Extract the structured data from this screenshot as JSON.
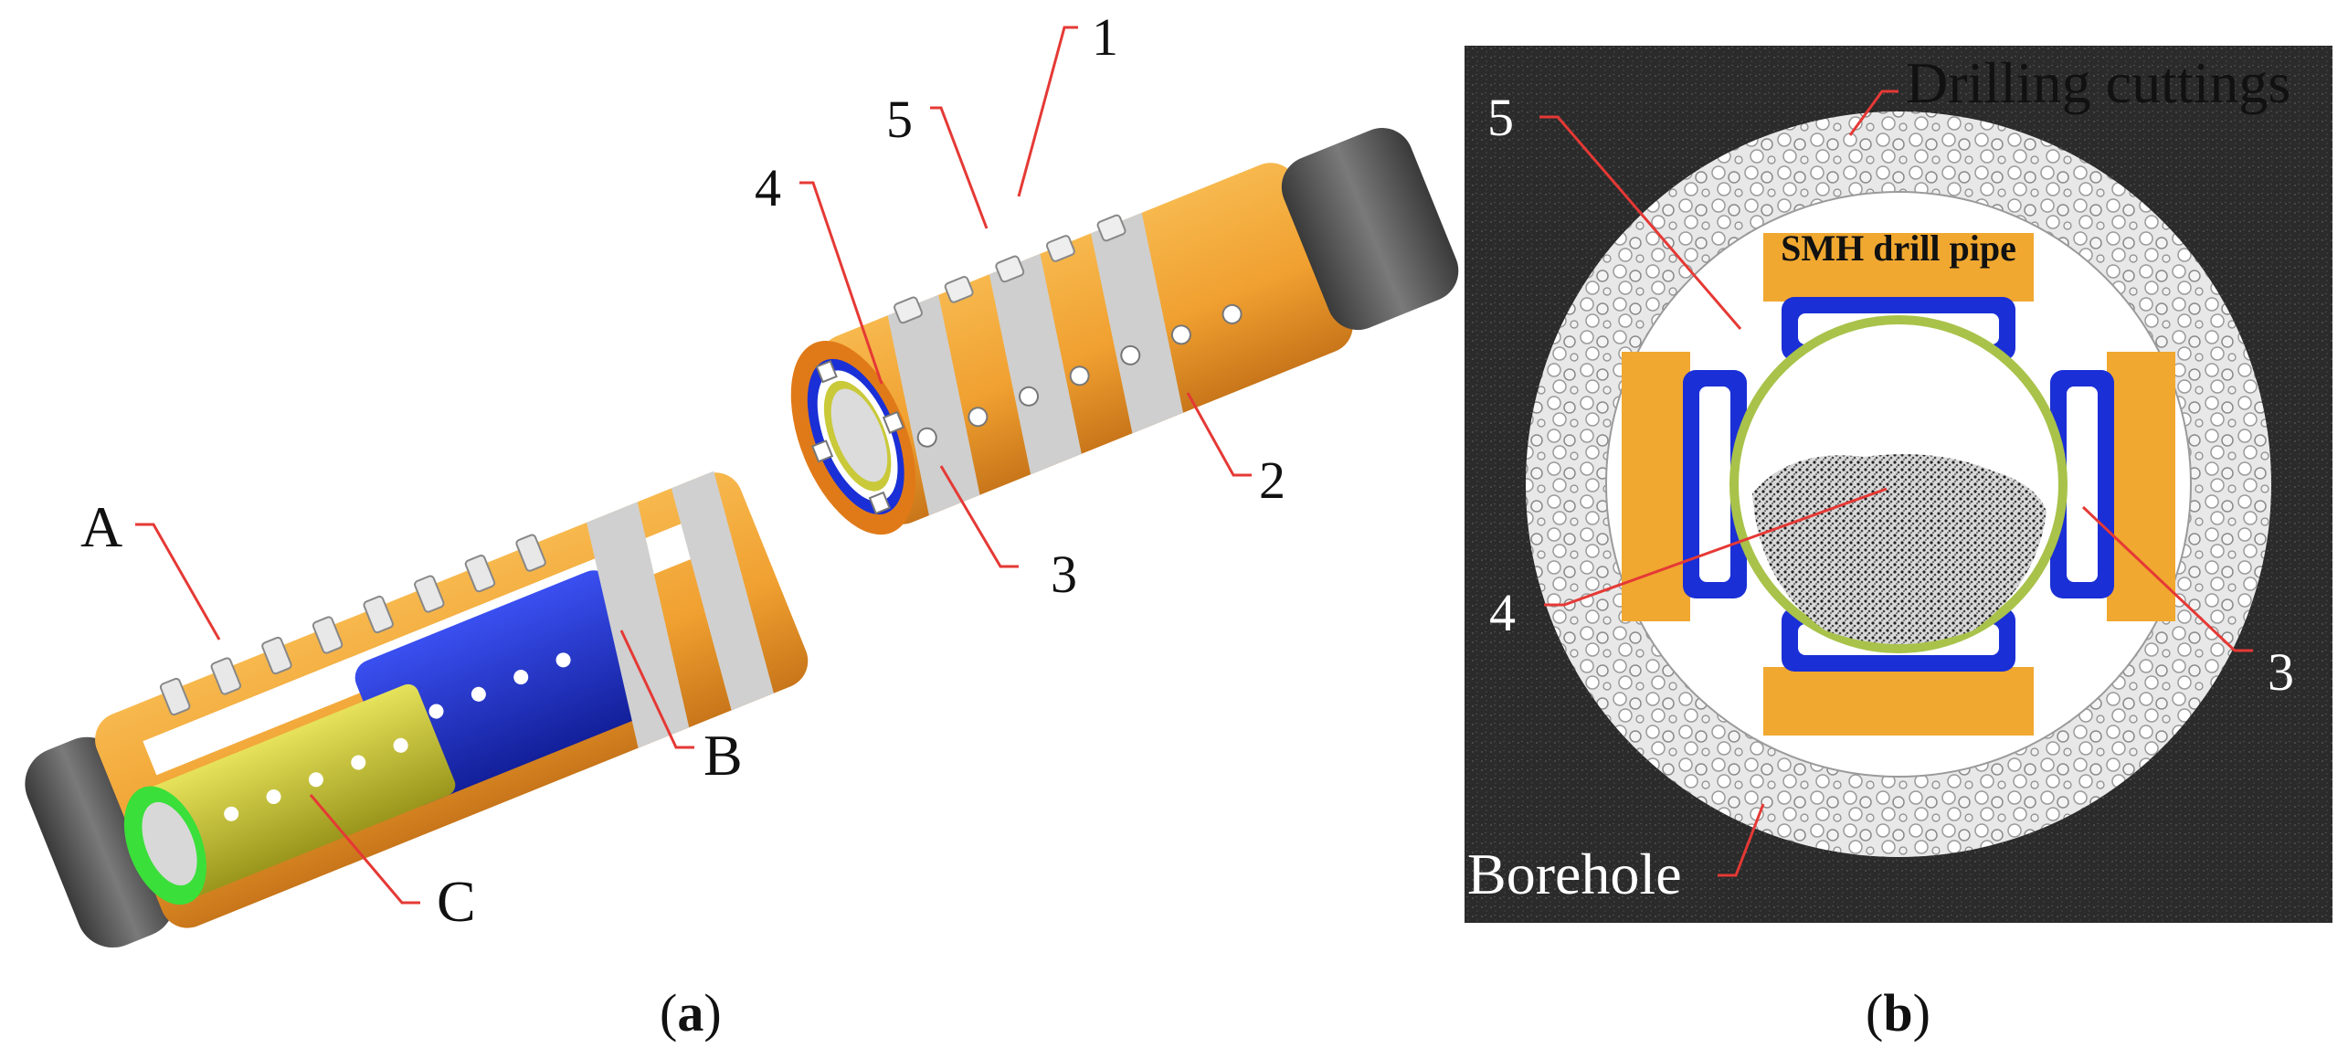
{
  "panel_a": {
    "caption_open": "(",
    "caption_letter": "a",
    "caption_close": ")",
    "callouts": {
      "n1": "1",
      "n2": "2",
      "n3": "3",
      "n4": "4",
      "n5": "5",
      "A": "A",
      "B": "B",
      "C": "C"
    }
  },
  "panel_b": {
    "caption_open": "(",
    "caption_letter": "b",
    "caption_close": ")",
    "title": "SMH drill pipe",
    "callouts": {
      "drilling_cuttings": "Drilling cuttings",
      "borehole": "Borehole",
      "n3": "3",
      "n4": "4",
      "n5": "5"
    }
  },
  "colors": {
    "orange": "#f0a030",
    "dark_orange": "#e07a18",
    "blue": "#1a2fd6",
    "yellow_green": "#c9c93a",
    "green": "#3adf3a",
    "gray": "#c8c8c8",
    "dark_gray": "#505050",
    "ground": "#2a2a2a",
    "leader": "#e53935"
  }
}
